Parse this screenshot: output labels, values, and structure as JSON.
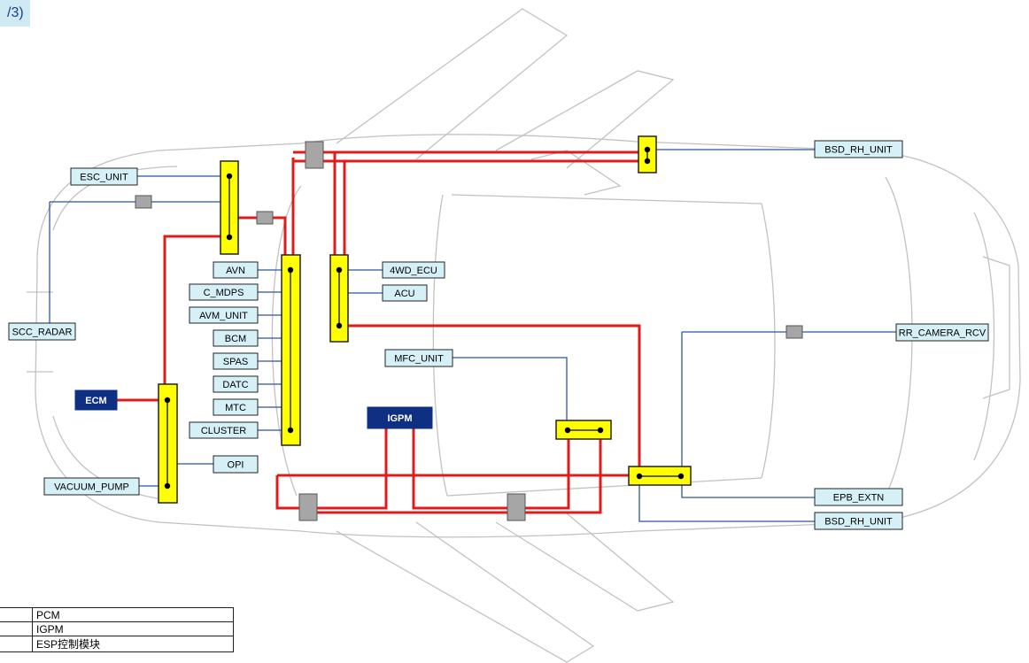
{
  "corner_label": "/3)",
  "colors": {
    "bus": "#e01b1b",
    "wire": "#2b55a8",
    "module_fill": "#d6f0f8",
    "module_dark": "#0f2f82",
    "junction": "#ffff00",
    "connector": "#a6a6a6",
    "car_outline": "#c2c2c2"
  },
  "modules": {
    "esc_unit": "ESC_UNIT",
    "scc_radar": "SCC_RADAR",
    "ecm": "ECM",
    "vacuum_pump": "VACUUM_PUMP",
    "avn": "AVN",
    "c_mdps": "C_MDPS",
    "avm_unit": "AVM_UNIT",
    "bcm": "BCM",
    "spas": "SPAS",
    "datc": "DATC",
    "mtc": "MTC",
    "cluster": "CLUSTER",
    "opi": "OPI",
    "ecu_4wd": "4WD_ECU",
    "acu": "ACU",
    "mfc_unit": "MFC_UNIT",
    "igpm": "IGPM",
    "bsd_rh_unit_top": "BSD_RH_UNIT",
    "rr_camera_rcv": "RR_CAMERA_RCV",
    "epb_extn": "EPB_EXTN",
    "bsd_rh_unit_bottom": "BSD_RH_UNIT"
  },
  "legend": [
    "PCM",
    "IGPM",
    "ESP控制模块"
  ]
}
